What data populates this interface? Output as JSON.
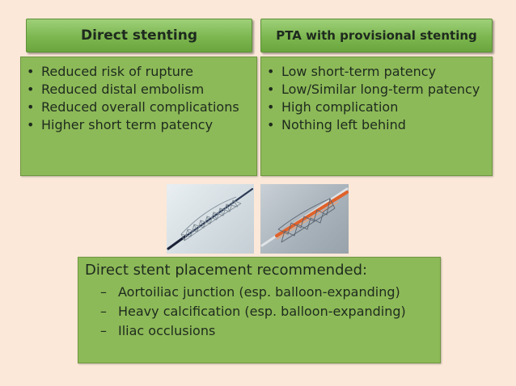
{
  "headers": {
    "left": "Direct stenting",
    "right": "PTA with provisional stenting"
  },
  "left_bullets": [
    "Reduced risk of rupture",
    "Reduced distal embolism",
    "Reduced overall complications",
    "Higher short term patency"
  ],
  "right_bullets": [
    "Low short-term patency",
    "Low/Similar long-term patency",
    "High complication",
    "Nothing left behind"
  ],
  "bottom": {
    "title": "Direct stent placement recommended:",
    "items": [
      "Aortoiliac junction (esp. balloon-expanding)",
      "Heavy calcification (esp. balloon-expanding)",
      "Iliac occlusions"
    ]
  },
  "colors": {
    "background": "#fbe8d8",
    "box_green": "#8dba58",
    "header_green": "#7cb64f",
    "catheter_orange": "#e0622a"
  },
  "images": [
    {
      "icon": "stent-photo-bare"
    },
    {
      "icon": "stent-photo-on-catheter"
    }
  ]
}
